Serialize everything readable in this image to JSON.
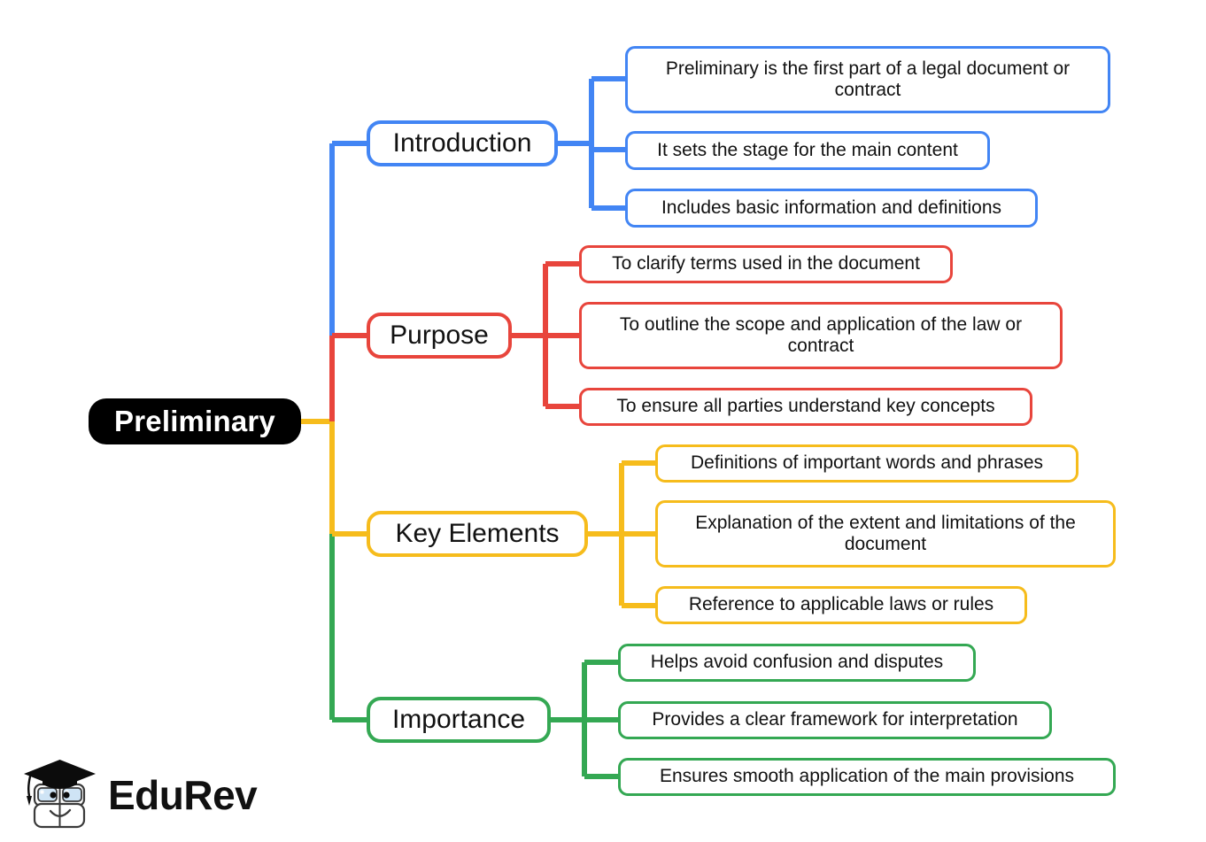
{
  "diagram": {
    "type": "mind-map",
    "root": {
      "label": "Preliminary"
    },
    "colors": {
      "blue": "#4285F4",
      "red": "#E8453C",
      "yellow": "#F6BC1C",
      "green": "#34A853",
      "root_background": "#000000",
      "root_text": "#FFFFFF",
      "node_background": "#FFFFFF",
      "node_text": "#111111",
      "page_background": "#FFFFFF"
    },
    "branches": [
      {
        "label": "Introduction",
        "color": "#4285F4",
        "leaves": [
          {
            "text": "Preliminary is the first part of a legal document or contract"
          },
          {
            "text": "It sets the stage for the main content"
          },
          {
            "text": "Includes basic information and definitions"
          }
        ]
      },
      {
        "label": "Purpose",
        "color": "#E8453C",
        "leaves": [
          {
            "text": "To clarify terms used in the document"
          },
          {
            "text": "To outline the scope and application of the law or contract"
          },
          {
            "text": "To ensure all parties understand key concepts"
          }
        ]
      },
      {
        "label": "Key Elements",
        "color": "#F6BC1C",
        "leaves": [
          {
            "text": "Definitions of important words and phrases"
          },
          {
            "text": "Explanation of the extent and limitations of the document"
          },
          {
            "text": "Reference to applicable laws or rules"
          }
        ]
      },
      {
        "label": "Importance",
        "color": "#34A853",
        "leaves": [
          {
            "text": "Helps avoid confusion and disputes"
          },
          {
            "text": "Provides a clear framework for interpretation"
          },
          {
            "text": "Ensures smooth application of the main provisions"
          }
        ]
      }
    ]
  },
  "logo": {
    "wordmark": "EduRev",
    "mark_icon": "graduation-cap-book-mascot-icon",
    "cap_color": "#0C0C0C",
    "lens_color": "#CFE4F5"
  }
}
